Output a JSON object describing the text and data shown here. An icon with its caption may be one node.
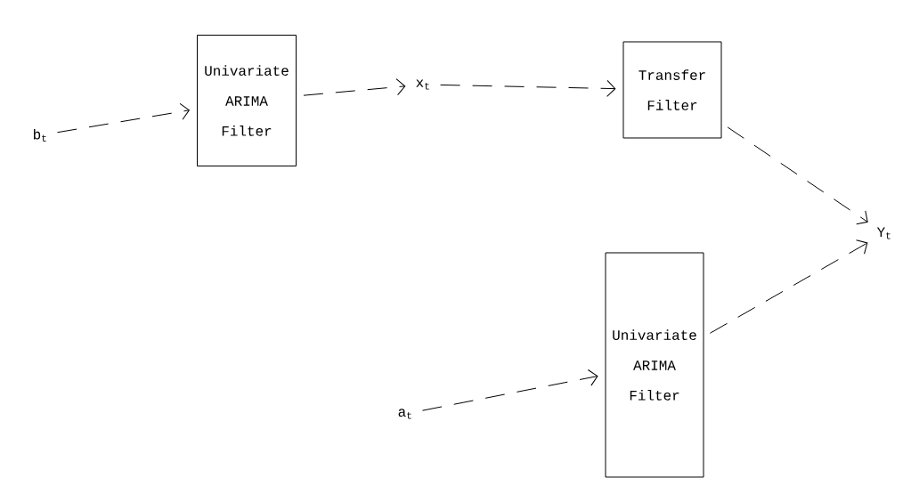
{
  "diagram": {
    "nodes": [
      {
        "text": [
          "b$_{t}$"
        ]
      },
      {
        "text": [
          "Univariate ARIMA Filter"
        ]
      },
      {
        "text": [
          "x$_{t}$"
        ]
      },
      {
        "text": [
          "Transfer Filter"
        ]
      },
      {
        "text": [
          "Y$_{t}$"
        ]
      },
      {
        "text": [
          "a$_{t}$"
        ]
      },
      {
        "text": [
          "Univariate ARIMA Filter"
        ]
      }
    ],
    "edges": [
      {
        "from": 0,
        "to": 1,
        "arrow": "to",
        "style": "dashed"
      },
      {
        "from": 1,
        "to": 2,
        "arrow": "to",
        "style": "dashed"
      },
      {
        "from": 2,
        "to": 3,
        "arrow": "to",
        "style": "dashed"
      },
      {
        "from": 3,
        "to": 4,
        "arrow": "to",
        "style": "dashed"
      },
      {
        "from": 5,
        "to": 6,
        "arrow": "to",
        "style": "dashed"
      },
      {
        "from": 6,
        "to": 4,
        "arrow": "to",
        "style": "dashed"
      }
    ]
  }
}
